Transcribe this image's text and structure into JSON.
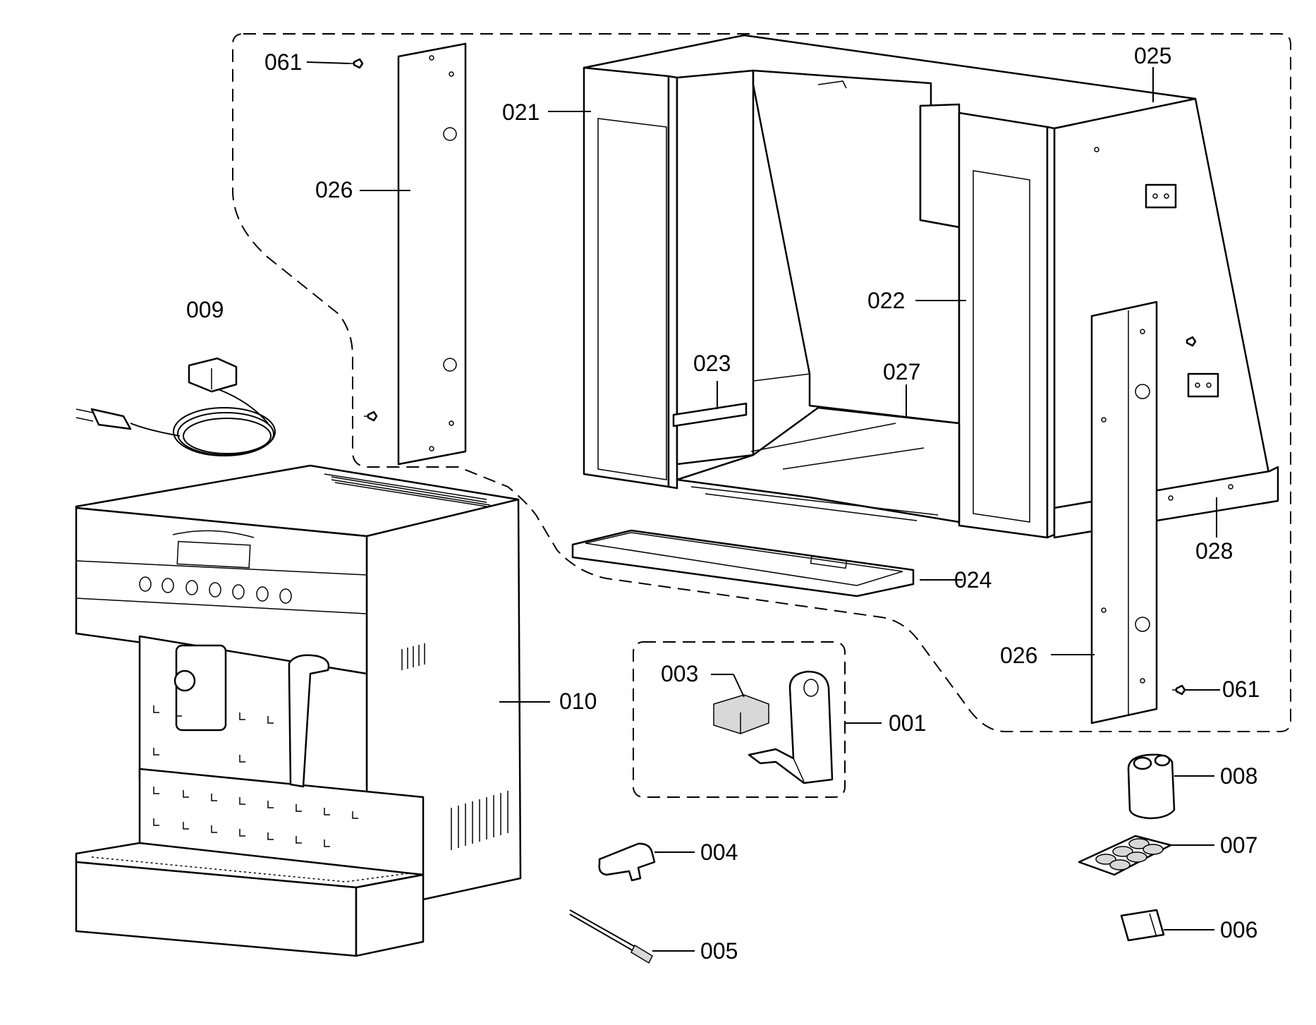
{
  "callouts": {
    "c001": "001",
    "c003": "003",
    "c004": "004",
    "c005": "005",
    "c006": "006",
    "c007": "007",
    "c008": "008",
    "c009": "009",
    "c010": "010",
    "c021": "021",
    "c022": "022",
    "c023": "023",
    "c024": "024",
    "c025": "025",
    "c026a": "026",
    "c026b": "026",
    "c027": "027",
    "c028": "028",
    "c061a": "061",
    "c061b": "061"
  }
}
